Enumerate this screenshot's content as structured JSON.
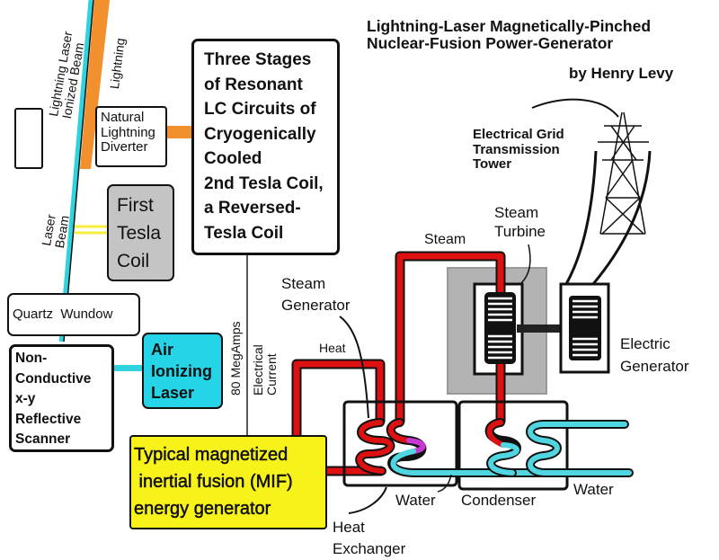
{
  "title": {
    "line1": "Lightning-Laser Magnetically-Pinched",
    "line2": "Nuclear-Fusion Power-Generator",
    "author": "by Henry Levy"
  },
  "labels": {
    "lightning_laser_beam": [
      "Lightning Laser",
      "Ionized Beam"
    ],
    "lightning": "Lightning",
    "laser_beam": [
      "Laser",
      "Beam"
    ],
    "electrical_grid": [
      "Electrical Grid",
      "Transmission",
      "Tower"
    ],
    "steam": "Steam",
    "steam_turbine": [
      "Steam",
      "Turbine"
    ],
    "steam_generator": [
      "Steam",
      "Generator"
    ],
    "heat": "Heat",
    "electric_generator": [
      "Electric",
      "Generator"
    ],
    "megamps": "80 MegAmps",
    "electrical_current": [
      "Electrical",
      "Current"
    ],
    "water_left": "Water",
    "condenser": "Condenser",
    "water_right": "Water",
    "heat_exchanger": [
      "Heat",
      "Exchanger"
    ]
  },
  "boxes": {
    "diverter": [
      "Natural",
      "Lightning",
      "Diverter"
    ],
    "three_stages": [
      "Three Stages",
      "of Resonant",
      " LC Circuits of",
      "Cryogenically",
      "Cooled",
      "2nd Tesla Coil,",
      "a Reversed-",
      "Tesla Coil"
    ],
    "first_tesla": [
      "First",
      "Tesla",
      "Coil"
    ],
    "quartz": "Quartz  Wundow",
    "scanner": [
      "Non-",
      "Conductive",
      "x-y",
      "Reflective",
      "Scanner"
    ],
    "laser": [
      "Air",
      "Ionizing",
      "Laser"
    ],
    "mif": [
      "Typical magnetized",
      " inertial fusion (MIF)",
      "energy generator"
    ]
  },
  "colors": {
    "laser_beam": "#2fd3e0",
    "lightning": "#f3902e",
    "steam_pipe": "#dd1111",
    "water_pipe": "#4fd6e0",
    "mif_box": "#f7f21a",
    "tesla_box": "#c4c4c4",
    "laser_box": "#25d4e6",
    "turbine_housing": "#b3b3b3",
    "mixing": "#c838d0",
    "tesla_link": "#f5ee3c"
  }
}
